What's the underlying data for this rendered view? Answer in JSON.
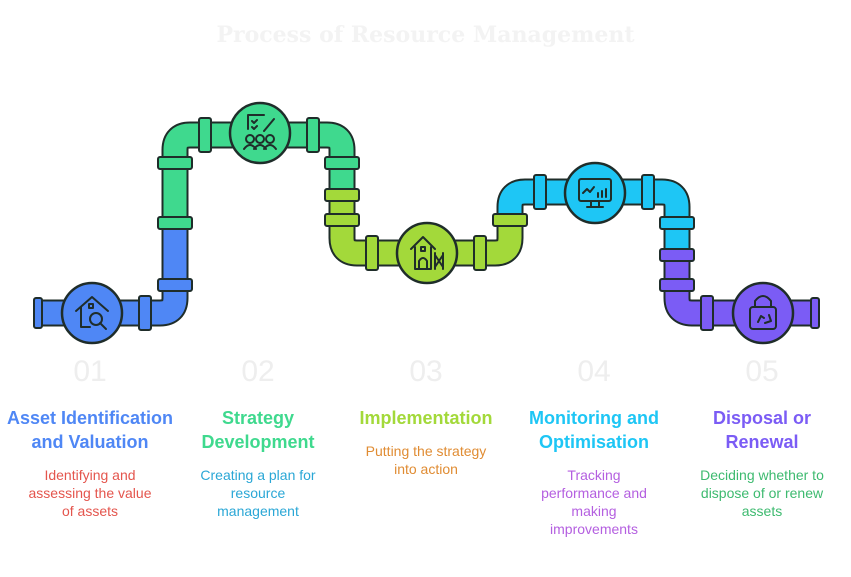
{
  "title": "Process of Resource Management",
  "steps": [
    {
      "num": "01",
      "title": "Asset Identification and Valuation",
      "desc": "Identifying and assessing the value of assets",
      "color": "#4f87f5",
      "desc_color": "#e4554d",
      "icon": "house-search-icon"
    },
    {
      "num": "02",
      "title": "Strategy Development",
      "desc": "Creating a plan for resource management",
      "color": "#3fd98e",
      "desc_color": "#2aa7d6",
      "icon": "plan-team-icon"
    },
    {
      "num": "03",
      "title": "Implementation",
      "desc": "Putting the strategy into action",
      "color": "#a3d93a",
      "desc_color": "#e08c33",
      "icon": "building-construction-icon"
    },
    {
      "num": "04",
      "title": "Monitoring and Optimisation",
      "desc": "Tracking performance and making improvements",
      "color": "#1ec6f5",
      "desc_color": "#b45fe0",
      "icon": "monitor-chart-icon"
    },
    {
      "num": "05",
      "title": "Disposal or Renewal",
      "desc": "Deciding whether to dispose of or renew assets",
      "color": "#7b5cf5",
      "desc_color": "#3dba6f",
      "icon": "recycle-lock-icon"
    }
  ]
}
